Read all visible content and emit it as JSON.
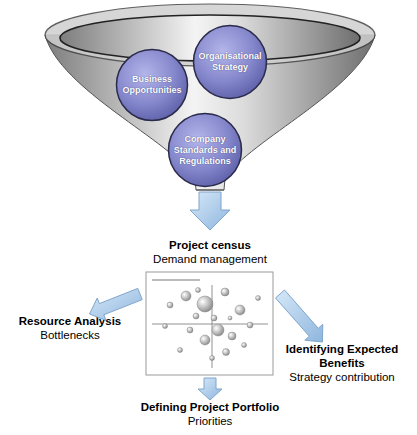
{
  "diagram": {
    "nodes": [
      {
        "text": [
          "Business Opportunities"
        ]
      },
      {
        "text": [
          "Organisational Strategy"
        ]
      },
      {
        "text": [
          "Company Standards and Regulations"
        ]
      },
      {
        "text": [
          "Project census",
          "Demand management"
        ]
      },
      {
        "text": [
          "Resource Analysis",
          "Bottlenecks"
        ]
      },
      {
        "text": [
          "Identifying Expected Benefits",
          "Strategy contribution"
        ]
      },
      {
        "text": [
          "Defining Project Portfolio",
          "Priorities"
        ]
      }
    ],
    "edges": [
      {
        "from": 3,
        "to": 4,
        "arrow": "to"
      },
      {
        "from": 3,
        "to": 5,
        "arrow": "to"
      },
      {
        "from": 3,
        "to": 6,
        "arrow": "to"
      }
    ]
  }
}
